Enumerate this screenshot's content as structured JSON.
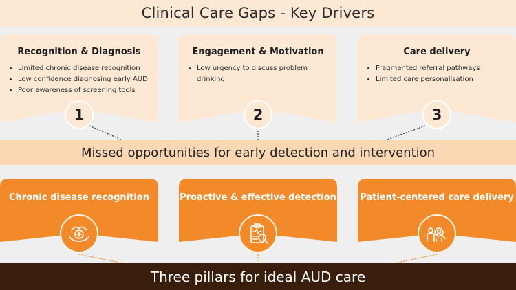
{
  "title": "Clinical Care Gaps - Key Drivers",
  "gaps": [
    {
      "heading": "Recognition & Diagnosis",
      "number": "1",
      "bullets": [
        "Limited chronic disease recognition",
        "Low confidence diagnosing early AUD",
        "Poor awareness of screening tools"
      ]
    },
    {
      "heading": "Engagement & Motivation",
      "number": "2",
      "bullets": [
        "Low urgency to discuss problem drinking"
      ]
    },
    {
      "heading": "Care delivery",
      "number": "3",
      "bullets": [
        "Fragmented referral pathways",
        "Limited care personalisation"
      ]
    }
  ],
  "missed_banner": "Missed opportunities for early detection and intervention",
  "pillars": [
    {
      "heading": "Chronic disease recognition",
      "icon": "hands-heart-icon"
    },
    {
      "heading": "Proactive & effective detection",
      "icon": "clipboard-magnifier-icon"
    },
    {
      "heading": "Patient-centered care delivery",
      "icon": "people-magnifier-icon"
    }
  ],
  "pillars_banner": "Three pillars for ideal AUD care",
  "colors": {
    "light_peach": "#fde8d4",
    "mid_peach": "#fbd7b3",
    "orange": "#f28a2a",
    "dark_brown": "#3a1e0c"
  }
}
